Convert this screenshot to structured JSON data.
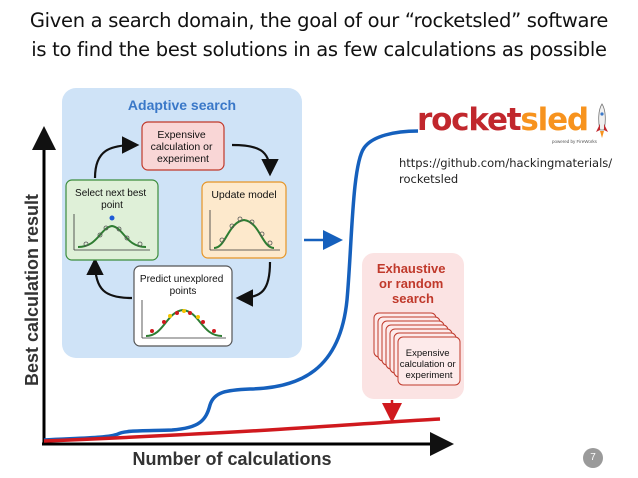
{
  "slide": {
    "title_line1": "Given a search domain, the goal of our “rocketsled” software",
    "title_line2": "is to find the best solutions in as few calculations as possible",
    "page_number": "7"
  },
  "logo": {
    "part1": "rocket",
    "part2": "sled",
    "powered_by": "powered by FireWorks",
    "icon": "rocket-icon"
  },
  "url": {
    "line1": "https://github.com/hackingmaterials/",
    "line2": "rocketsled"
  },
  "adaptive": {
    "title": "Adaptive search",
    "box_expensive": [
      "Expensive",
      "calculation or",
      "experiment"
    ],
    "box_select": [
      "Select next best",
      "point"
    ],
    "box_update": [
      "Update model"
    ],
    "box_predict": [
      "Predict unexplored",
      "points"
    ]
  },
  "exhaustive": {
    "title": [
      "Exhaustive",
      "or random",
      "search"
    ],
    "stack_label": [
      "Expensive",
      "calculation or",
      "experiment"
    ]
  },
  "axes": {
    "ylabel": "Best calculation result",
    "xlabel": "Number of calculations"
  },
  "colors": {
    "adaptive_curve": "#1560bd",
    "exhaustive_curve": "#d0191e",
    "adaptive_panel": "#cfe3f7",
    "exhaustive_panel": "#fbe3e3",
    "title_blue": "#3a78c8",
    "title_red": "#c0392b"
  }
}
